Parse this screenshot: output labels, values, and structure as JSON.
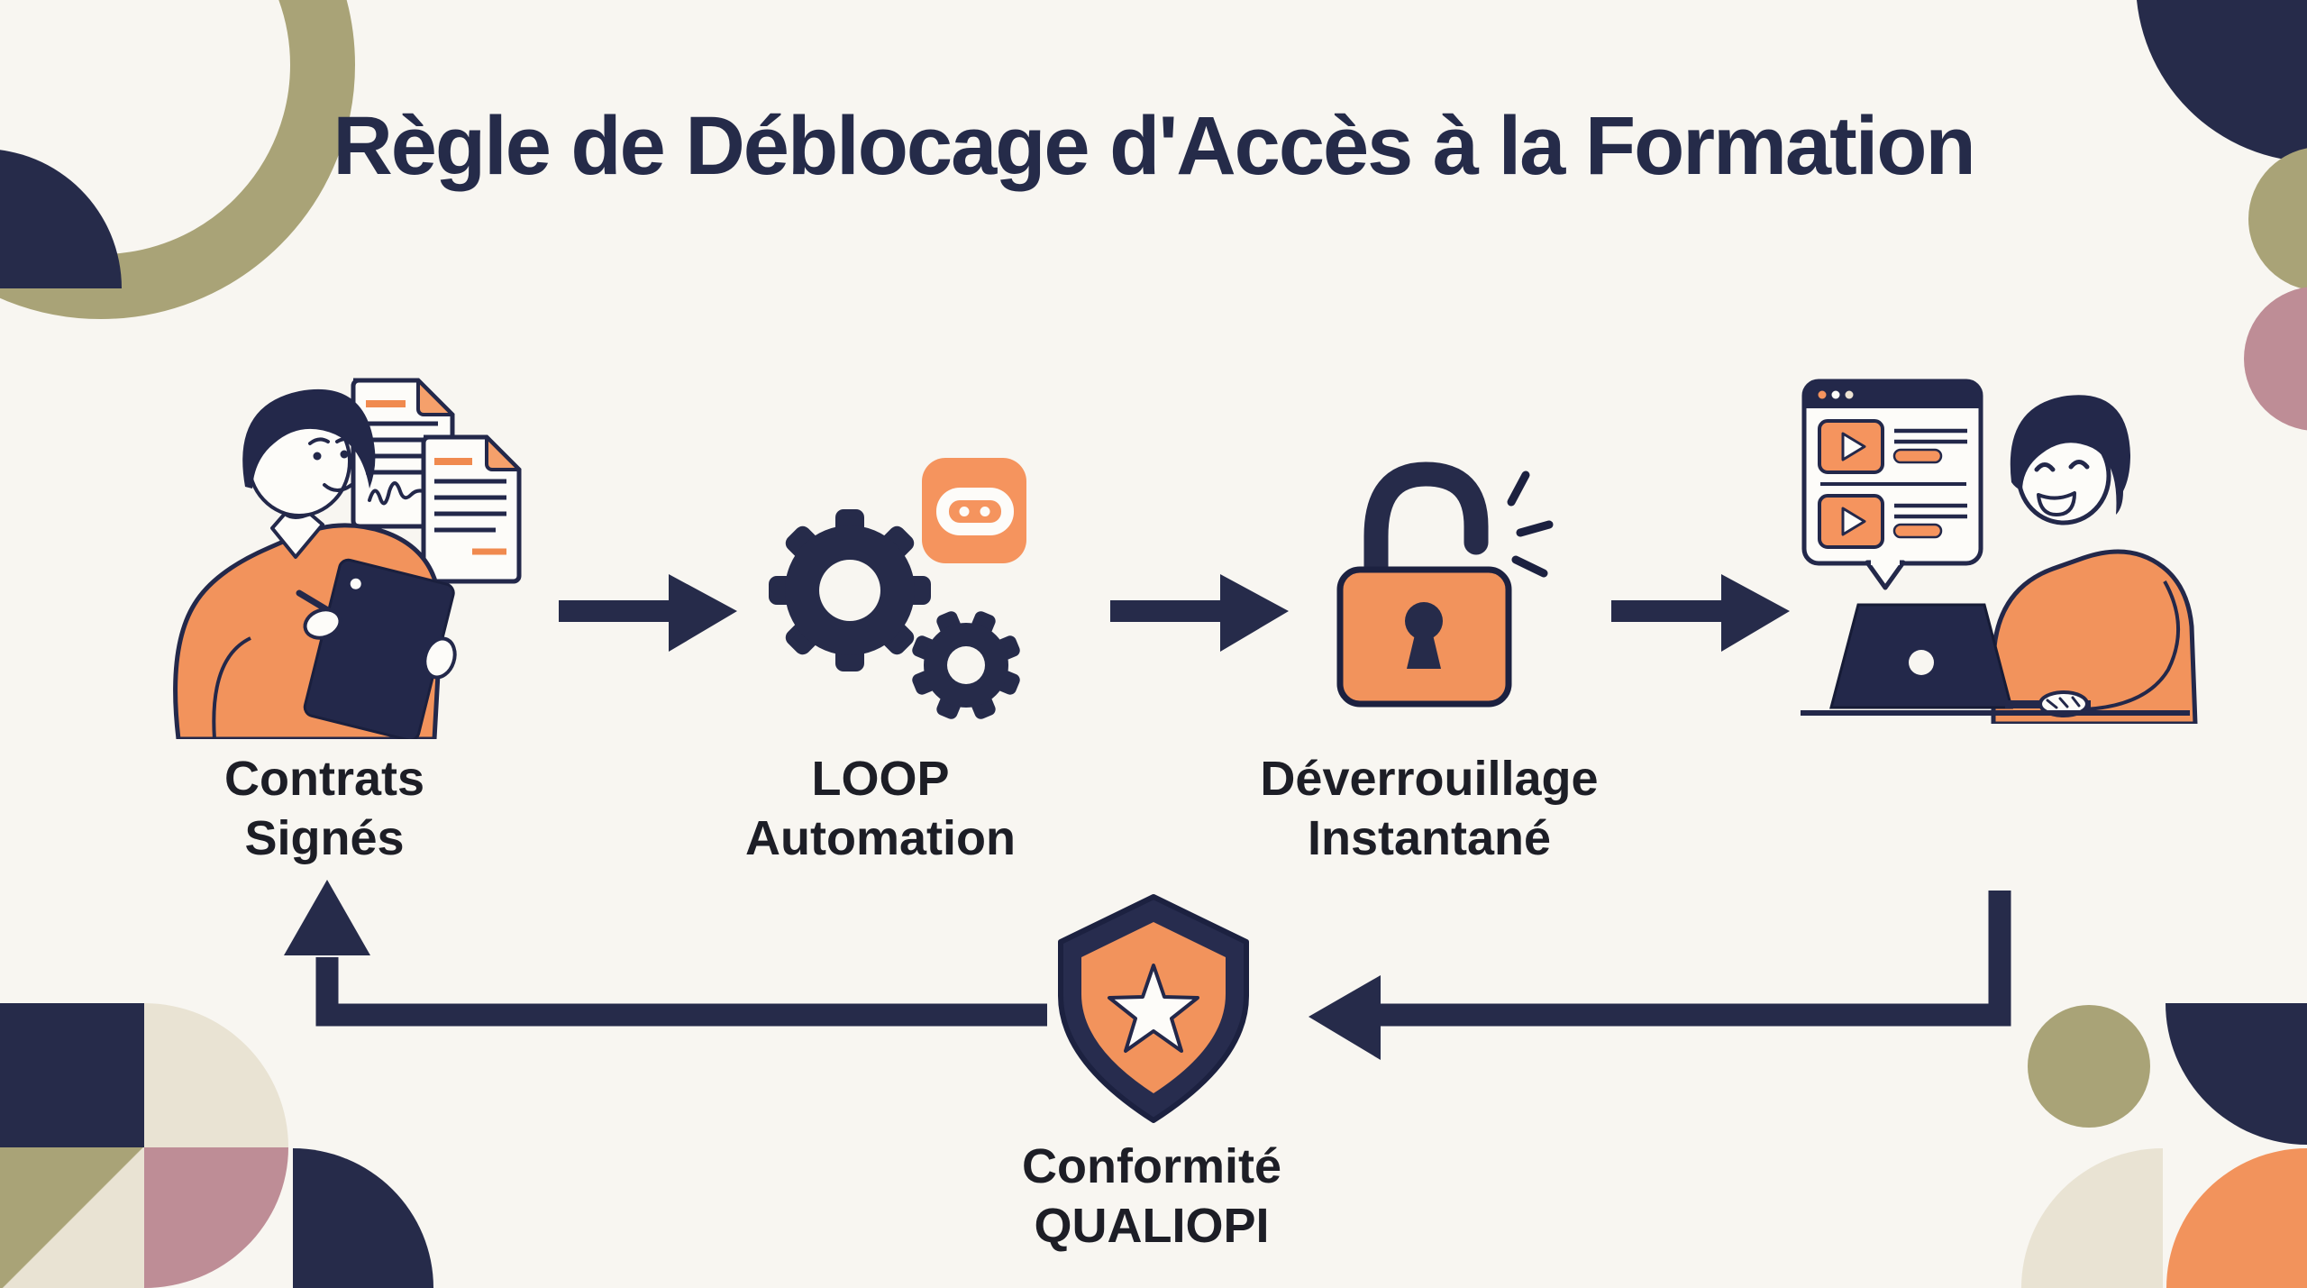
{
  "title": "Règle de Déblocage d'Accès à la Formation",
  "steps": [
    {
      "id": "contrats-signes",
      "label_line1": "Contrats",
      "label_line2": "Signés",
      "icon": "person-signing-contract-icon"
    },
    {
      "id": "loop-automation",
      "label_line1": "LOOP",
      "label_line2": "Automation",
      "icon": "gears-automation-icon"
    },
    {
      "id": "deverrouillage-instantane",
      "label_line1": "Déverrouillage",
      "label_line2": "Instantané",
      "icon": "unlocked-padlock-icon"
    },
    {
      "id": "acces-formation",
      "icon": "learner-laptop-courses-icon"
    }
  ],
  "feedback_step": {
    "id": "conformite-qualiopi",
    "label_line1": "Conformité",
    "label_line2": "QUALIOPI",
    "icon": "qualiopi-shield-icon"
  },
  "flow": {
    "forward_arrows": 3,
    "return_path": "acces-formation -> conformite-qualiopi -> contrats-signes"
  },
  "colors": {
    "background": "#F8F6F1",
    "navy": "#262B4A",
    "orange": "#F2935C",
    "orange_light": "#F5945E",
    "olive": "#A9A377",
    "mauve": "#BE8D96",
    "beige": "#E9E3D3",
    "text_dark": "#1D1E26",
    "title_navy": "#252B49"
  }
}
